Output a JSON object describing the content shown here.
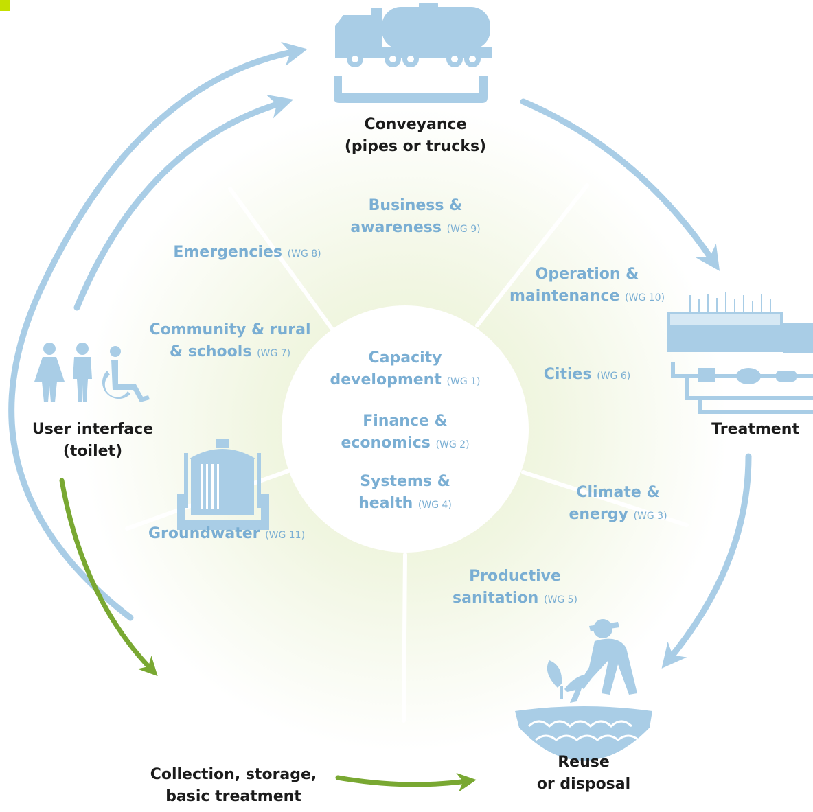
{
  "colors": {
    "accent_blue": "#a9cde6",
    "sector_text": "#7aaed3",
    "green_arrow": "#79a832",
    "center_glow": "#eef4d9",
    "corner_mark": "#c5e000"
  },
  "stages": {
    "conveyance": {
      "line1": "Conveyance",
      "line2": "(pipes or trucks)",
      "icon": "truck-icon"
    },
    "treatment": {
      "line1": "Treatment",
      "icon": "treatment-plant-icon"
    },
    "reuse": {
      "line1": "Reuse",
      "line2": "or disposal",
      "icon": "farmer-icon"
    },
    "collection": {
      "line1": "Collection, storage,",
      "line2": "basic treatment",
      "icon": "storage-tank-icon"
    },
    "user": {
      "line1": "User interface",
      "line2": "(toilet)",
      "icon": "toilet-users-icon"
    }
  },
  "center": {
    "capacity": {
      "line1": "Capacity",
      "line2": "development",
      "wg": "(WG 1)"
    },
    "finance": {
      "line1": "Finance &",
      "line2": "economics",
      "wg": "(WG 2)"
    },
    "systems": {
      "line1": "Systems &",
      "line2": "health",
      "wg": "(WG 4)"
    }
  },
  "sectors": {
    "business": {
      "line1": "Business &",
      "line2": "awareness",
      "wg": "(WG 9)"
    },
    "operation": {
      "line1": "Operation &",
      "line2": "maintenance",
      "wg": "(WG 10)"
    },
    "cities": {
      "line1": "Cities",
      "wg": "(WG 6)"
    },
    "climate": {
      "line1": "Climate &",
      "line2": "energy",
      "wg": "(WG 3)"
    },
    "productive": {
      "line1": "Productive",
      "line2": "sanitation",
      "wg": "(WG 5)"
    },
    "groundwater": {
      "line1": "Groundwater",
      "wg": "(WG 11)"
    },
    "community": {
      "line1": "Community & rural",
      "line2": "& schools",
      "wg": "(WG 7)"
    },
    "emergencies": {
      "line1": "Emergencies",
      "wg": "(WG 8)"
    }
  }
}
